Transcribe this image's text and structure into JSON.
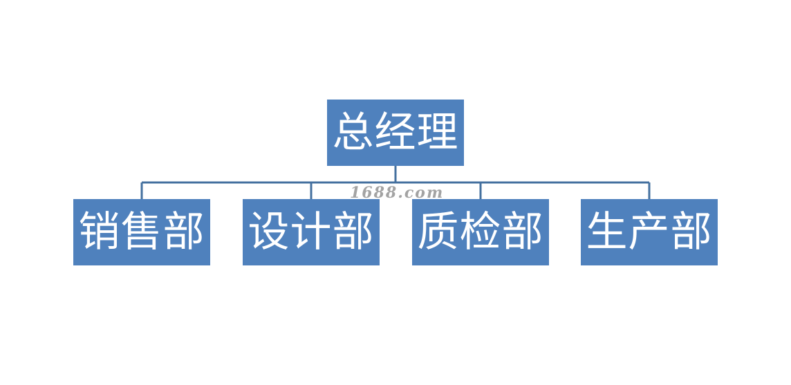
{
  "org_chart": {
    "root": {
      "label": "总经理"
    },
    "children": [
      {
        "label": "销售部"
      },
      {
        "label": "设计部"
      },
      {
        "label": "质检部"
      },
      {
        "label": "生产部"
      }
    ]
  },
  "watermark": {
    "text": "1688.com"
  },
  "colors": {
    "box_fill": "#4f81bd",
    "box_text": "#ffffff",
    "connector": "#44709f",
    "background": "#ffffff"
  }
}
